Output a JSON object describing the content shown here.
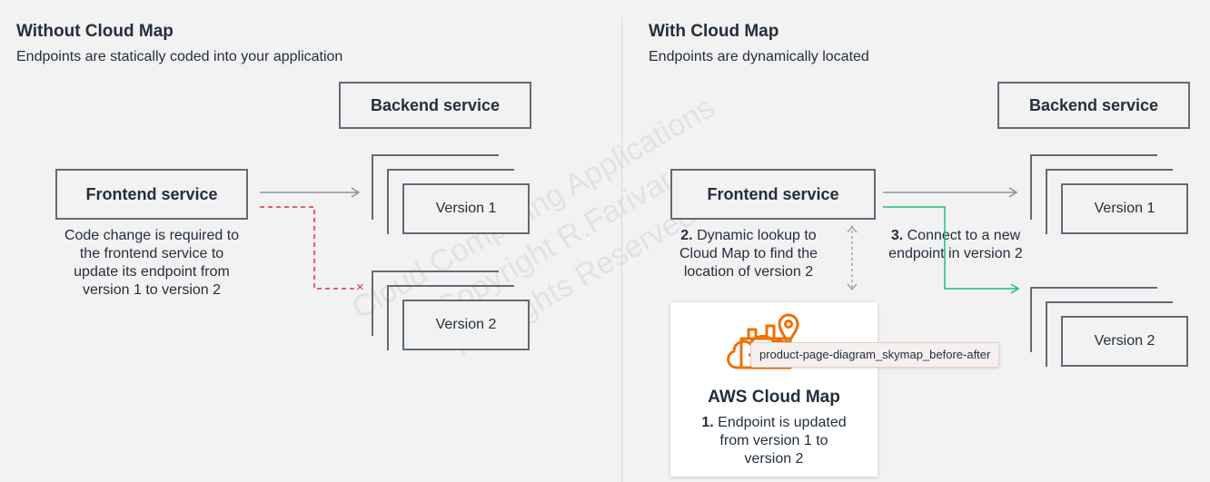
{
  "left_panel": {
    "title": "Without Cloud Map",
    "subtitle": "Endpoints are statically coded into your application",
    "backend_label": "Backend service",
    "frontend_label": "Frontend service",
    "note_lines": [
      "Code change is required to",
      "the frontend service to",
      "update its endpoint from",
      "version 1 to version 2"
    ],
    "version1_label": "Version 1",
    "version2_label": "Version 2",
    "failed_marker": "×"
  },
  "right_panel": {
    "title": "With Cloud Map",
    "subtitle": "Endpoints are dynamically located",
    "backend_label": "Backend service",
    "frontend_label": "Frontend service",
    "step2_number": "2.",
    "step2_lines": [
      "Dynamic lookup to",
      "Cloud Map to find the",
      "location of version 2"
    ],
    "step3_number": "3.",
    "step3_lines": [
      "Connect to a new",
      "endpoint in version 2"
    ],
    "version1_label": "Version 1",
    "version2_label": "Version 2",
    "cloud_map": {
      "title": "AWS Cloud Map",
      "step1_number": "1.",
      "step1_lines": [
        "Endpoint is updated",
        "from version 1 to",
        "version 2"
      ],
      "icon": "cloud-map-icon"
    }
  },
  "tooltip": "product-page-diagram_skymap_before-after",
  "watermark_lines": [
    "Cloud Computing Applications",
    "Copyright R.Farivar",
    "All Rights Reserved"
  ],
  "colors": {
    "text": "#232f3e",
    "border": "#5f6b7a",
    "arrow_gray": "#8c949e",
    "dashed_red": "#e0303a",
    "green": "#1fbf7a",
    "icon_orange": "#ed7100"
  }
}
